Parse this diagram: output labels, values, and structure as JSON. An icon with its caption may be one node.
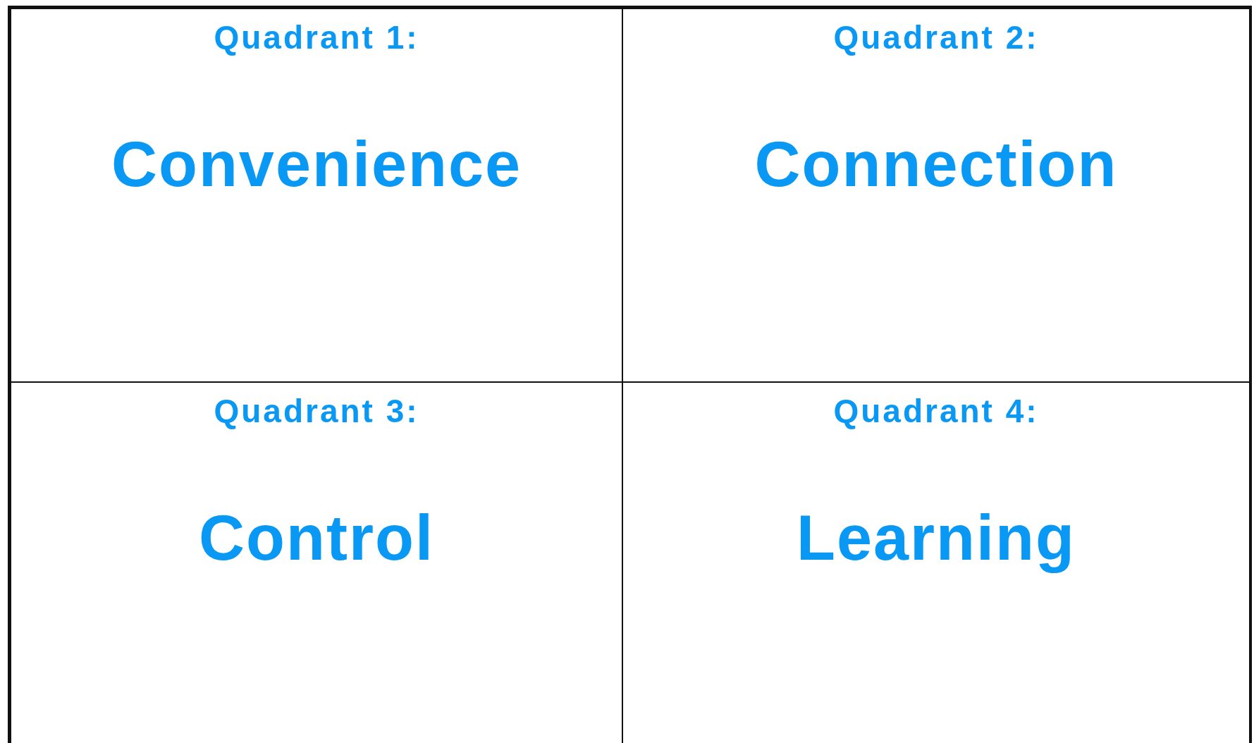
{
  "diagram": {
    "nodes": [
      {
        "text": [
          "Quadrant 1:",
          "Convenience"
        ]
      },
      {
        "text": [
          "Quadrant 2:",
          "Connection"
        ]
      },
      {
        "text": [
          "Quadrant 3:",
          "Control"
        ]
      },
      {
        "text": [
          "Quadrant 4:",
          "Learning"
        ]
      }
    ]
  }
}
